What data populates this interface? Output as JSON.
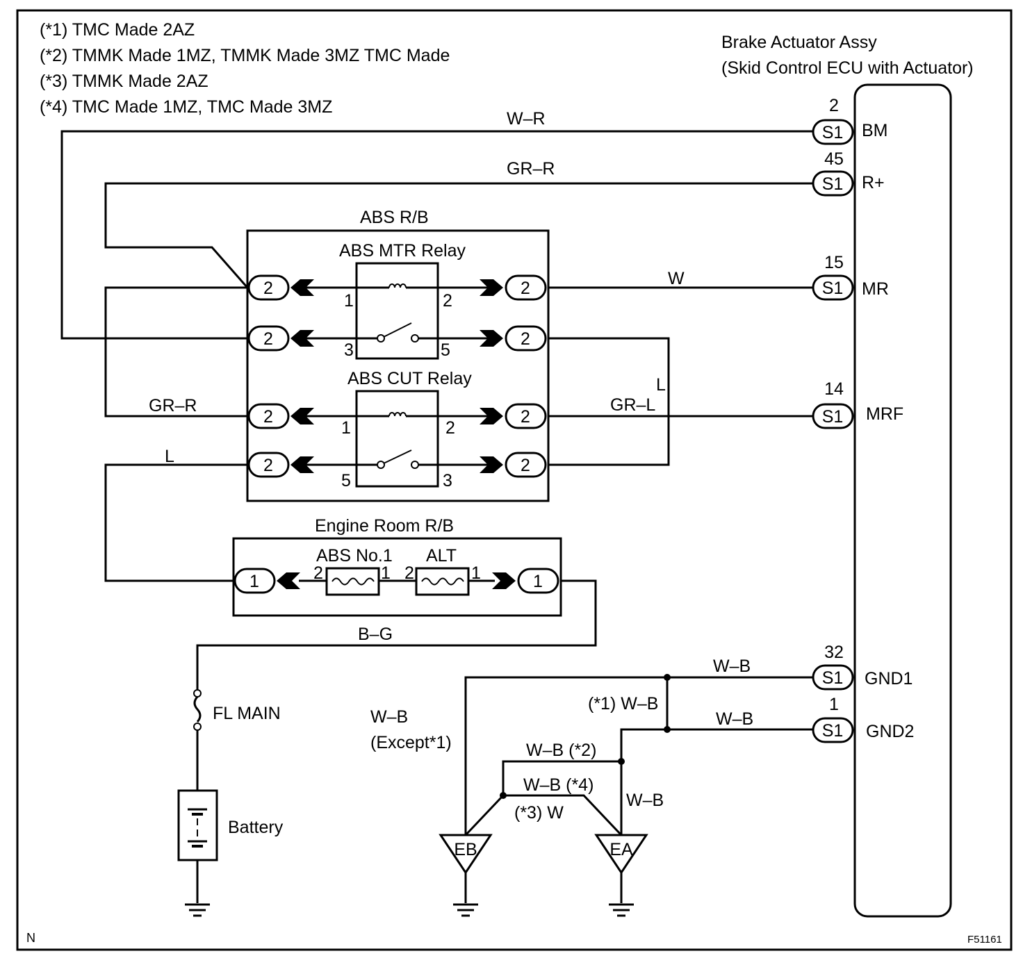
{
  "notes": [
    "(*1) TMC Made 2AZ",
    "(*2) TMMK Made 1MZ, TMMK Made 3MZ TMC Made",
    "(*3) TMMK Made 2AZ",
    "(*4) TMC Made 1MZ, TMC Made 3MZ"
  ],
  "actuator": {
    "title1": "Brake Actuator Assy",
    "title2": "(Skid Control ECU with Actuator)",
    "connector": "S1",
    "pins": [
      {
        "num": "2",
        "name": "BM"
      },
      {
        "num": "45",
        "name": "R+"
      },
      {
        "num": "15",
        "name": "MR"
      },
      {
        "num": "14",
        "name": "MRF"
      },
      {
        "num": "32",
        "name": "GND1"
      },
      {
        "num": "1",
        "name": "GND2"
      }
    ]
  },
  "abs_rb": {
    "title": "ABS R/B",
    "conn": "2",
    "mtr_relay": {
      "title": "ABS MTR Relay",
      "p1": "1",
      "p2": "2",
      "p3": "3",
      "p5": "5"
    },
    "cut_relay": {
      "title": "ABS CUT Relay",
      "p1": "1",
      "p2": "2",
      "p5": "5",
      "p3": "3"
    }
  },
  "engine_rb": {
    "title": "Engine Room R/B",
    "conn": "1",
    "fuse1": {
      "name": "ABS No.1",
      "a": "2",
      "b": "1"
    },
    "fuse2": {
      "name": "ALT",
      "a": "2",
      "b": "1"
    }
  },
  "wires": {
    "wr": "W–R",
    "grr_top": "GR–R",
    "w_mr": "W",
    "l_right": "L",
    "grl": "GR–L",
    "grr_left": "GR–R",
    "l_left": "L",
    "bg": "B–G",
    "wb_gnd1": "W–B",
    "wb_gnd2": "W–B",
    "wb_star1": "(*1) W–B",
    "wb_except": "W–B",
    "except1": "(Except*1)",
    "wb_star2": "W–B (*2)",
    "wb_star4": "W–B (*4)",
    "star3_w": "(*3)  W",
    "wb_ea": "W–B"
  },
  "fl_main": "FL MAIN",
  "battery": "Battery",
  "grounds": {
    "eb": "EB",
    "ea": "EA"
  },
  "corner_n": "N",
  "fig_code": "F51161"
}
